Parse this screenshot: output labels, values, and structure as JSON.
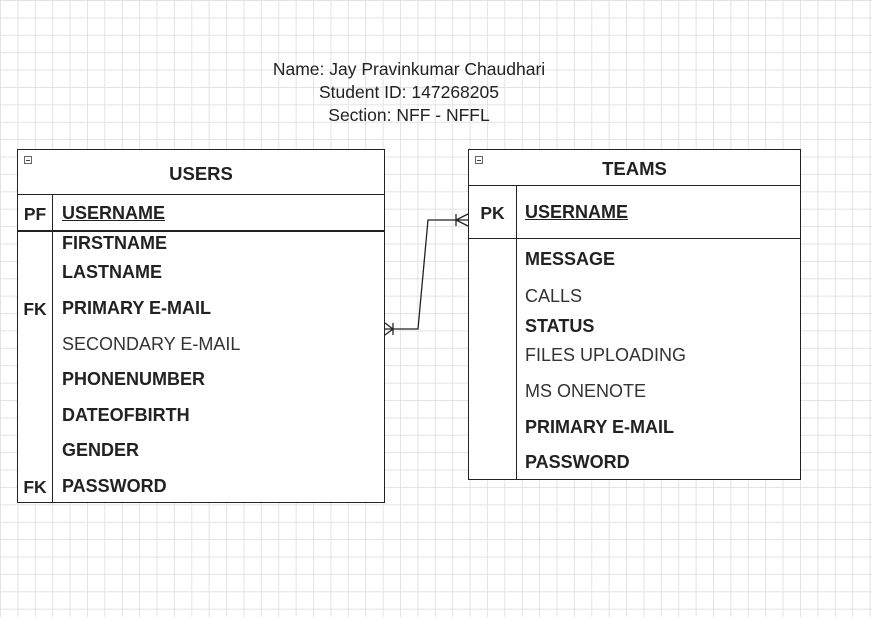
{
  "header": {
    "name": "Name: Jay Pravinkumar Chaudhari",
    "student_id": "Student ID: 147268205",
    "section": "Section: NFF - NFFL"
  },
  "users": {
    "title": "USERS",
    "pk_label": "PF",
    "pk_field": "USERNAME",
    "attributes": [
      {
        "key": "",
        "name": "FIRSTNAME",
        "bold": true
      },
      {
        "key": "",
        "name": "LASTNAME",
        "bold": true
      },
      {
        "key": "FK",
        "name": "PRIMARY E-MAIL",
        "bold": true
      },
      {
        "key": "",
        "name": "SECONDARY E-MAIL",
        "bold": false
      },
      {
        "key": "",
        "name": "PHONENUMBER",
        "bold": true
      },
      {
        "key": "",
        "name": "DATEOFBIRTH",
        "bold": true
      },
      {
        "key": "",
        "name": "GENDER",
        "bold": true
      },
      {
        "key": "FK",
        "name": "PASSWORD",
        "bold": true
      }
    ]
  },
  "teams": {
    "title": "TEAMS",
    "pk_label": "PK",
    "pk_field": "USERNAME",
    "attributes": [
      {
        "name": "MESSAGE",
        "bold": true
      },
      {
        "name": "CALLS",
        "bold": false
      },
      {
        "name": "STATUS",
        "bold": true
      },
      {
        "name": "FILES UPLOADING",
        "bold": false
      },
      {
        "name": "MS ONENOTE",
        "bold": false
      },
      {
        "name": "PRIMARY E-MAIL",
        "bold": true
      },
      {
        "name": "PASSWORD",
        "bold": true
      }
    ]
  },
  "relationship": {
    "from": "USERS",
    "to": "TEAMS",
    "from_end": "one-or-many",
    "to_end": "one-or-many"
  },
  "colors": {
    "line": "#222222",
    "grid": "#e3e3e3",
    "background": "#ffffff"
  }
}
